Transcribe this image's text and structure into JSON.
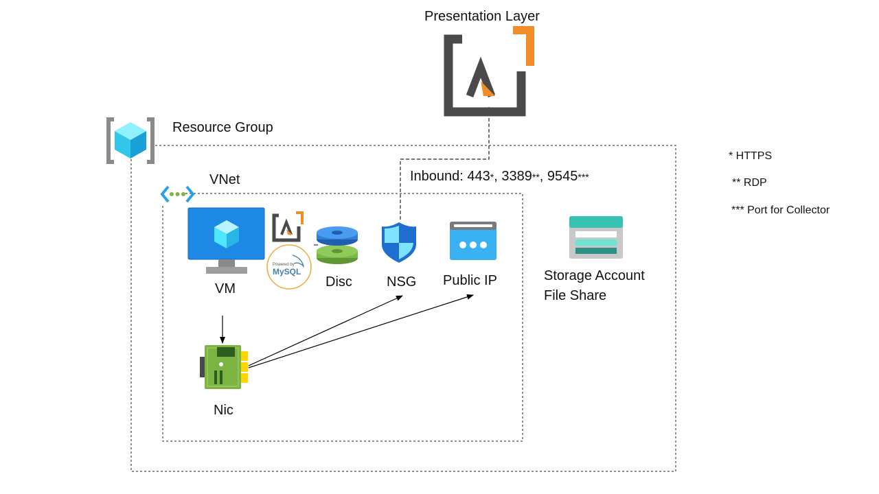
{
  "presentation_layer": {
    "label": "Presentation Layer"
  },
  "resource_group": {
    "label": "Resource Group"
  },
  "vnet": {
    "label": "VNet"
  },
  "inbound": {
    "prefix": "Inbound: ",
    "p1": "443",
    "m1": "*",
    "p2": "3389",
    "m2": "**",
    "p3": "9545",
    "m3": "***"
  },
  "nodes": {
    "vm": "VM",
    "disc": "Disc",
    "nsg": "NSG",
    "public_ip": "Public IP",
    "nic": "Nic",
    "storage_line1": "Storage Account",
    "storage_line2": "File Share"
  },
  "mysql_badge": {
    "top": "Powered by",
    "brand": "MySQL"
  },
  "legend": [
    "* HTTPS",
    "** RDP",
    "*** Port for Collector"
  ],
  "colors": {
    "logo_gray": "#4a4a4d",
    "logo_orange": "#f28c28",
    "azure_blue": "#0078d4",
    "azure_cyan": "#50e6ff",
    "disc_blue": "#2f7fd8",
    "disc_green": "#7ab648",
    "nsg_blue": "#1f6fd1",
    "pip_blue": "#3ab1f2",
    "storage_teal": "#37c2b1",
    "nic_green": "#7cb342",
    "nic_yellow": "#ffd500"
  }
}
